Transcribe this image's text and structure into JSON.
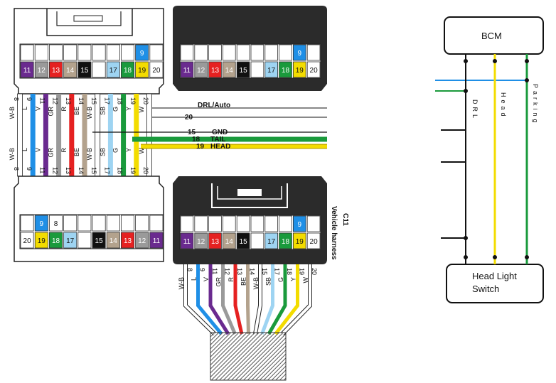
{
  "colors": {
    "W-B": "#ffffff",
    "L": "#1f8fe6",
    "V": "#6a2a8f",
    "GR": "#9a9a9a",
    "R": "#e52121",
    "BE": "#b3a28d",
    "SB": "#9ed4f2",
    "G": "#1a9a3c",
    "Y": "#f3dc00",
    "W": "#ffffff",
    "B": "#111111",
    "connector": "#2b2b2b"
  },
  "pin_legend": {
    "9": "#1f8fe6",
    "11": "#6a2a8f",
    "12": "#9a9a9a",
    "13": "#e52121",
    "14": "#b3a28d",
    "15": "#111111",
    "16": "#1a9a3c",
    "17": "#9ed4f2",
    "18": "#1a9a3c",
    "19": "#f3dc00",
    "20": "#ffffff"
  },
  "connector_top": {
    "row1_numbers": [
      "",
      "",
      "",
      "",
      "",
      "",
      "",
      "",
      "9",
      ""
    ],
    "row2_numbers": [
      "11",
      "12",
      "13",
      "14",
      "15",
      "",
      "17",
      "18",
      "19",
      "20"
    ]
  },
  "connector_bottom": {
    "row1_numbers": [
      "",
      "9",
      "8",
      "",
      "",
      "",
      "",
      "",
      "",
      ""
    ],
    "row2_numbers": [
      "20",
      "19",
      "18",
      "17",
      "",
      "15",
      "14",
      "13",
      "12",
      "11"
    ]
  },
  "wires_top": [
    {
      "num": "8",
      "code": "W-B"
    },
    {
      "num": "9",
      "code": "L"
    },
    {
      "num": "11",
      "code": "V"
    },
    {
      "num": "12",
      "code": "GR"
    },
    {
      "num": "13",
      "code": "R"
    },
    {
      "num": "14",
      "code": "BE"
    },
    {
      "num": "15",
      "code": "W-B"
    },
    {
      "num": "17",
      "code": "SB"
    },
    {
      "num": "18",
      "code": "G"
    },
    {
      "num": "19",
      "code": "Y"
    },
    {
      "num": "20",
      "code": "W"
    }
  ],
  "branch_labels": {
    "drl": "DRL/Auto",
    "n20": "20",
    "n15": "15",
    "gnd": "GND",
    "n18": "18",
    "tail": "TAIL",
    "n19": "19",
    "head": "HEAD"
  },
  "harness_label": {
    "code": "C11",
    "name": "Vehicle harness"
  },
  "schematic": {
    "bcm": "BCM",
    "switch_line1": "Head Light",
    "switch_line2": "Switch",
    "drl": "DRL",
    "head": "Head",
    "parking": "Parking"
  }
}
